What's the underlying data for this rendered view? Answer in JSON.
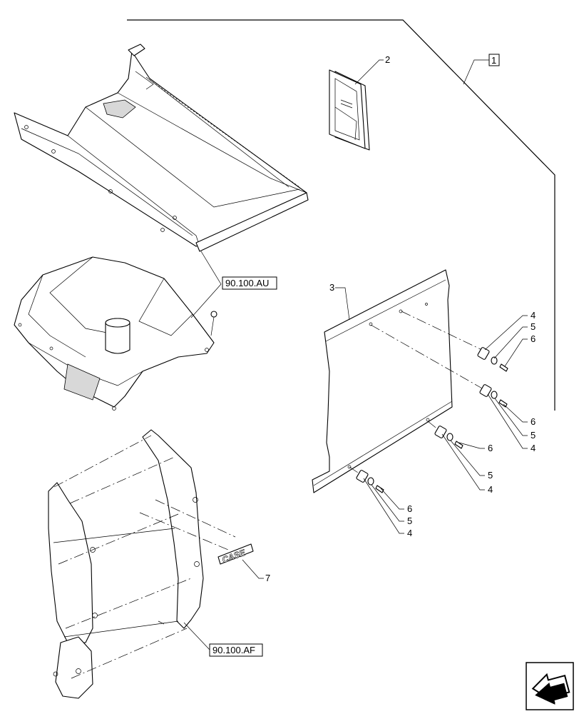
{
  "callouts": {
    "item1": "1",
    "item2": "2",
    "item3": "3",
    "item4_a": "4",
    "item5_a": "5",
    "item6_a": "6",
    "item6_b": "6",
    "item5_b": "5",
    "item4_b": "4",
    "item6_c": "6",
    "item5_c": "5",
    "item4_c": "4",
    "item6_d": "6",
    "item5_d": "5",
    "item4_d": "4",
    "item7": "7"
  },
  "references": {
    "ref_upper": "90.100.AU",
    "ref_lower": "90.100.AF"
  },
  "logo_text": "CASE",
  "icons": {
    "nav": "navigation-arrow-icon"
  }
}
